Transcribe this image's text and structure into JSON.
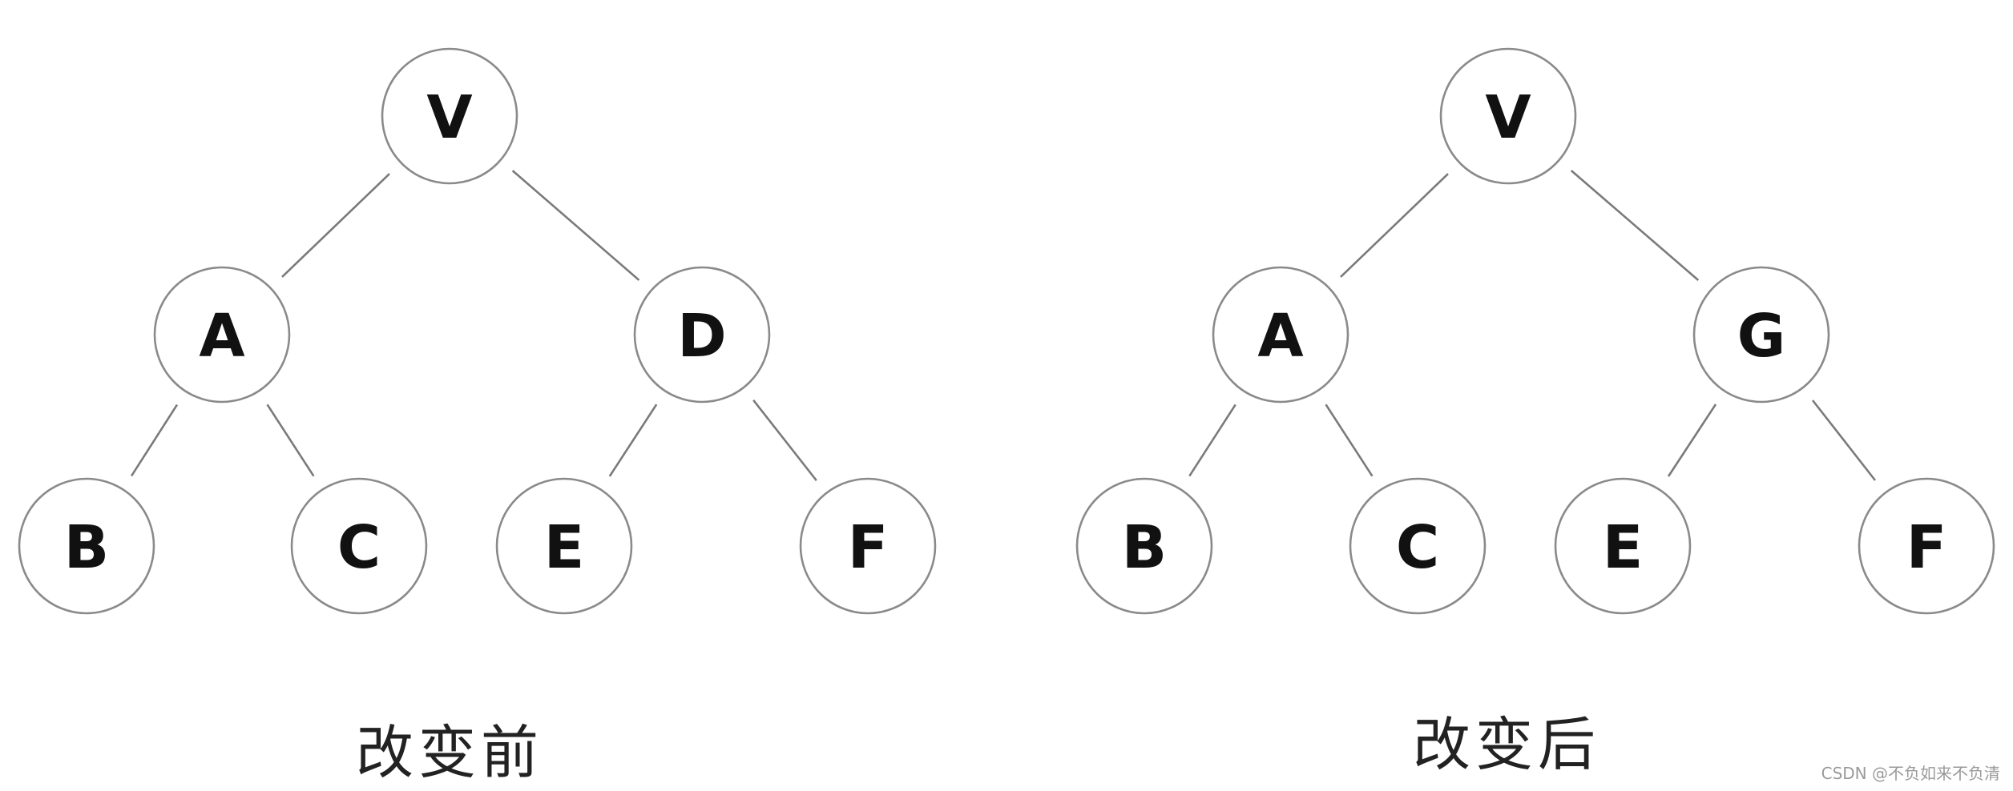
{
  "trees": [
    {
      "id": "before",
      "caption": "改变前",
      "nodes": [
        {
          "id": "n0",
          "label": "V"
        },
        {
          "id": "n1",
          "label": "A"
        },
        {
          "id": "n2",
          "label": "D"
        },
        {
          "id": "n3",
          "label": "B"
        },
        {
          "id": "n4",
          "label": "C"
        },
        {
          "id": "n5",
          "label": "E"
        },
        {
          "id": "n6",
          "label": "F"
        }
      ],
      "edges": [
        [
          "n0",
          "n1"
        ],
        [
          "n0",
          "n2"
        ],
        [
          "n1",
          "n3"
        ],
        [
          "n1",
          "n4"
        ],
        [
          "n2",
          "n5"
        ],
        [
          "n2",
          "n6"
        ]
      ]
    },
    {
      "id": "after",
      "caption": "改变后",
      "nodes": [
        {
          "id": "n0",
          "label": "V"
        },
        {
          "id": "n1",
          "label": "A"
        },
        {
          "id": "n2",
          "label": "G"
        },
        {
          "id": "n3",
          "label": "B"
        },
        {
          "id": "n4",
          "label": "C"
        },
        {
          "id": "n5",
          "label": "E"
        },
        {
          "id": "n6",
          "label": "F"
        }
      ],
      "edges": [
        [
          "n0",
          "n1"
        ],
        [
          "n0",
          "n2"
        ],
        [
          "n1",
          "n3"
        ],
        [
          "n1",
          "n4"
        ],
        [
          "n2",
          "n5"
        ],
        [
          "n2",
          "n6"
        ]
      ]
    }
  ],
  "watermark": "CSDN @不负如来不负清"
}
